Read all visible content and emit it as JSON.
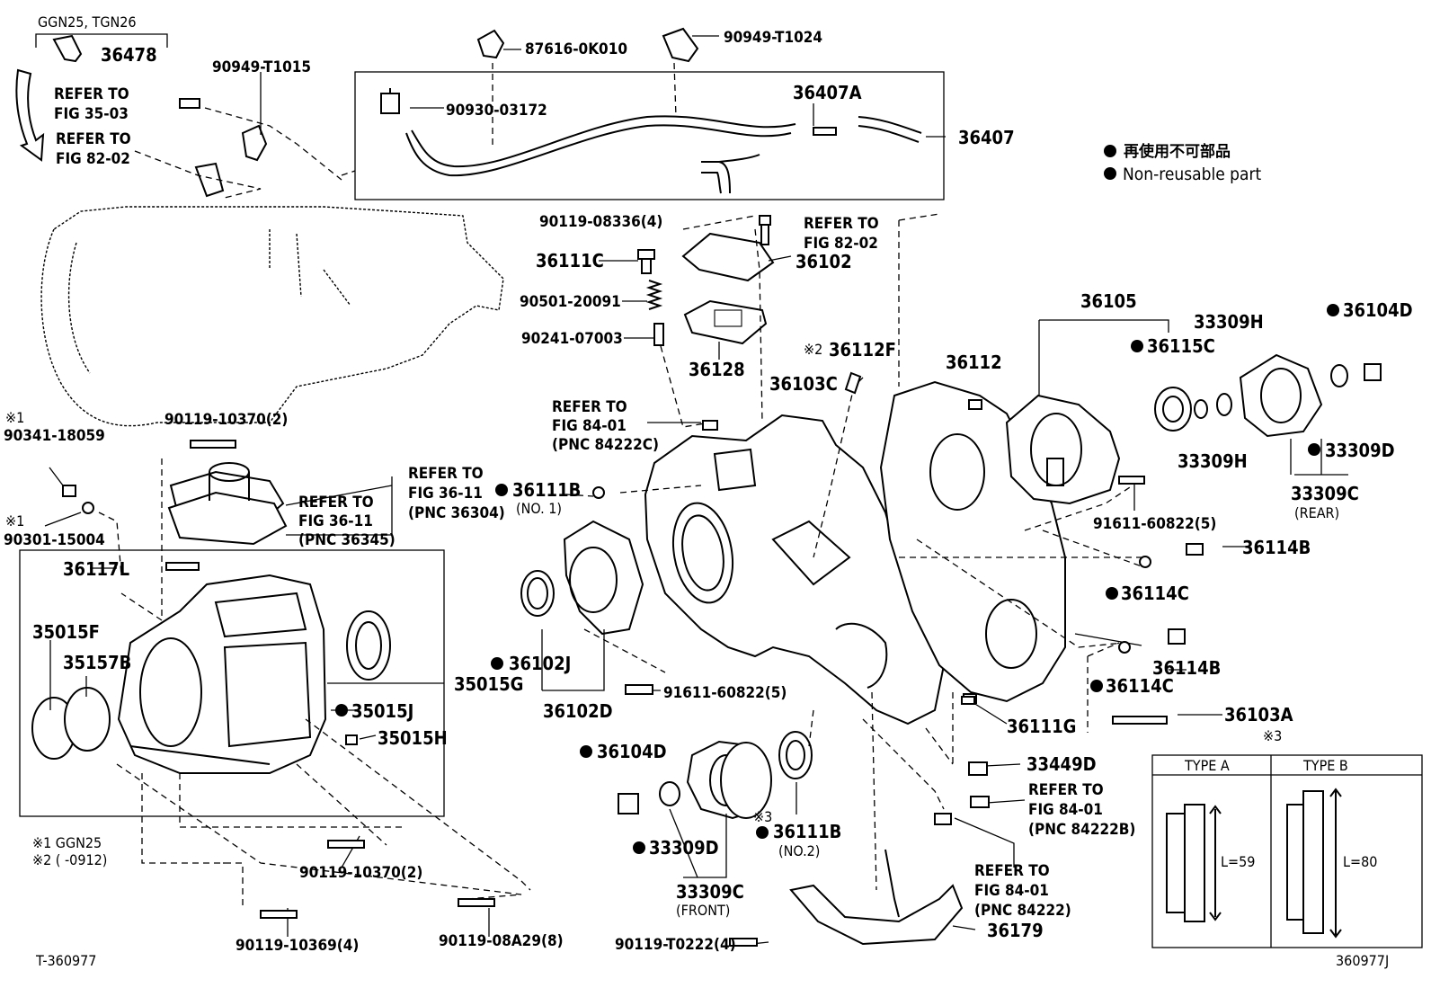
{
  "variant_top": "GGN25, TGN26",
  "legend": {
    "dot_jp": "再使用不可部品",
    "dot_en": "Non-reusable part"
  },
  "labels": {
    "p36478": "36478",
    "p90949_T1015": "90949-T1015",
    "p87616_0K010": "87616-0K010",
    "p90949_T1024": "90949-T1024",
    "p90930_03172": "90930-03172",
    "p36407A": "36407A",
    "p36407": "36407",
    "p90119_08336": "90119-08336(4)",
    "p36111C": "36111C",
    "p36102": "36102",
    "p90501_20091": "90501-20091",
    "p90241_07003": "90241-07003",
    "p36128": "36128",
    "p36112F": "36112F",
    "p36103C": "36103C",
    "p36112": "36112",
    "p36105": "36105",
    "p33309H_a": "33309H",
    "p36104D_a": "36104D",
    "p36115C": "36115C",
    "p33309H_b": "33309H",
    "p33309D_a": "33309D",
    "p33309C_rear": "33309C",
    "rear": "(REAR)",
    "p91611_60822_a": "91611-60822(5)",
    "p36114B_a": "36114B",
    "p36114C_a": "36114C",
    "p36114B_b": "36114B",
    "p36114C_b": "36114C",
    "p36103A": "36103A",
    "p36111G": "36111G",
    "p33449D": "33449D",
    "note3": "※3",
    "p90119_10370_a": "90119-10370(2)",
    "mark1_a": "※1",
    "p90341_18059": "90341-18059",
    "mark1_b": "※1",
    "p90301_15004": "90301-15004",
    "p36117L": "36117L",
    "p35015F": "35015F",
    "p35157B": "35157B",
    "p35015G": "35015G",
    "p35015J": "35015J",
    "p35015H": "35015H",
    "p36111B_no1": "36111B",
    "no1": "(NO. 1)",
    "p36102J": "36102J",
    "p36102D": "36102D",
    "p91611_60822_b": "91611-60822(5)",
    "p36104D_b": "36104D",
    "p33309D_b": "33309D",
    "p33309C_front": "33309C",
    "front": "(FRONT)",
    "mark3_b": "※3",
    "p36111B_no2": "36111B",
    "no2": "(NO.2)",
    "p90119_10370_b": "90119-10370(2)",
    "p90119_10369": "90119-10369(4)",
    "p90119_08A29": "90119-08A29(8)",
    "p90119_T0222": "90119-T0222(4)",
    "p36179": "36179",
    "note_ggn25": "※1 GGN25",
    "note_2": "※2 (      -0912)",
    "code_left": "T-360977",
    "code_right": "360977J",
    "mark2": "※2"
  },
  "refs": {
    "r1": [
      "REFER TO",
      "FIG 35-03"
    ],
    "r2": [
      "REFER TO",
      "FIG 82-02"
    ],
    "r3": [
      "REFER TO",
      "FIG 82-02"
    ],
    "r4": [
      "REFER TO",
      "FIG 84-01",
      "(PNC 84222C)"
    ],
    "r5": [
      "REFER TO",
      "FIG 36-11",
      "(PNC 36304)"
    ],
    "r6": [
      "REFER TO",
      "FIG 36-11",
      "(PNC 36345)"
    ],
    "r7": [
      "REFER TO",
      "FIG 84-01",
      "(PNC 84222B)"
    ],
    "r8": [
      "REFER TO",
      "FIG 84-01",
      "(PNC 84222)"
    ]
  },
  "type_table": {
    "type_a": "TYPE A",
    "type_b": "TYPE B",
    "len_a": "L=59",
    "len_b": "L=80"
  }
}
